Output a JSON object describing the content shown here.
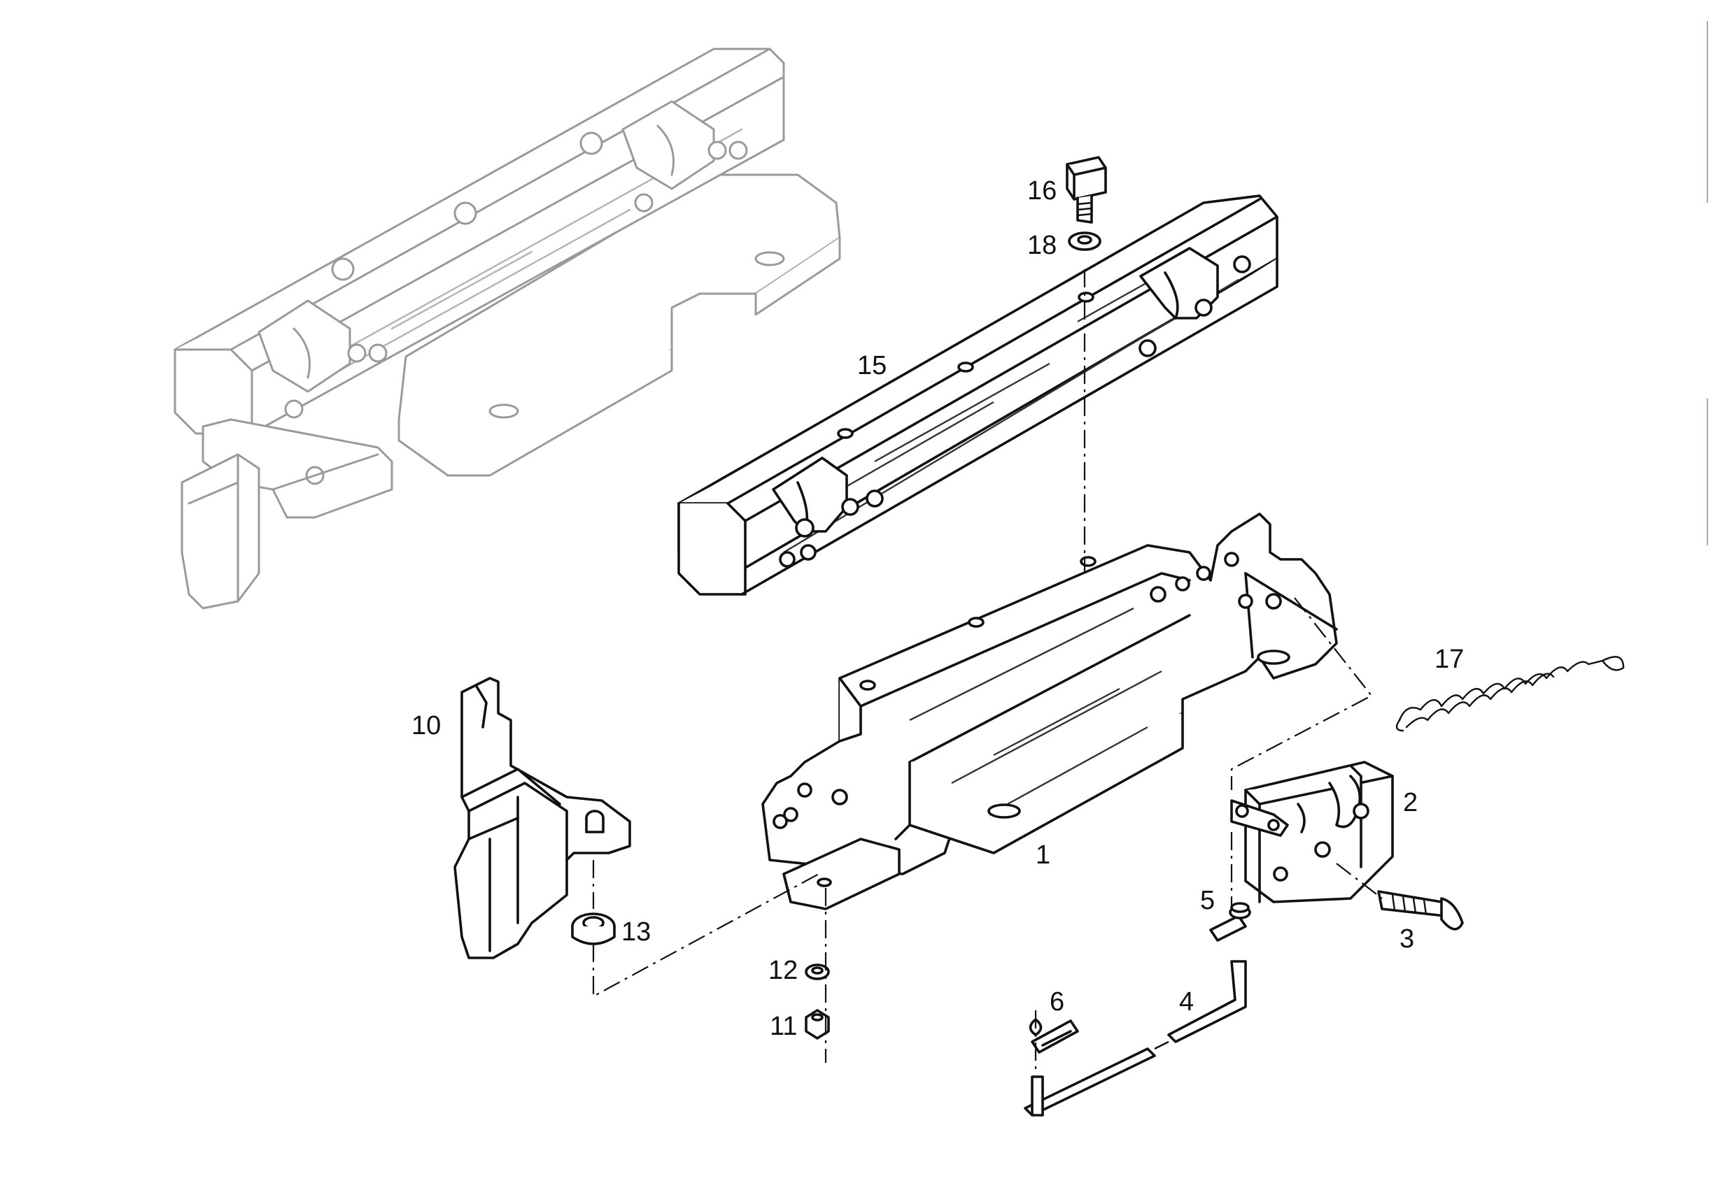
{
  "callouts": {
    "c1": "1",
    "c2": "2",
    "c3": "3",
    "c4": "4",
    "c5": "5",
    "c6": "6",
    "c10": "10",
    "c11": "11",
    "c12": "12",
    "c13": "13",
    "c15": "15",
    "c16": "16",
    "c17": "17",
    "c18": "18"
  },
  "colors": {
    "line": "#111111",
    "ghost_line": "#9a9a9a",
    "background": "#ffffff"
  }
}
